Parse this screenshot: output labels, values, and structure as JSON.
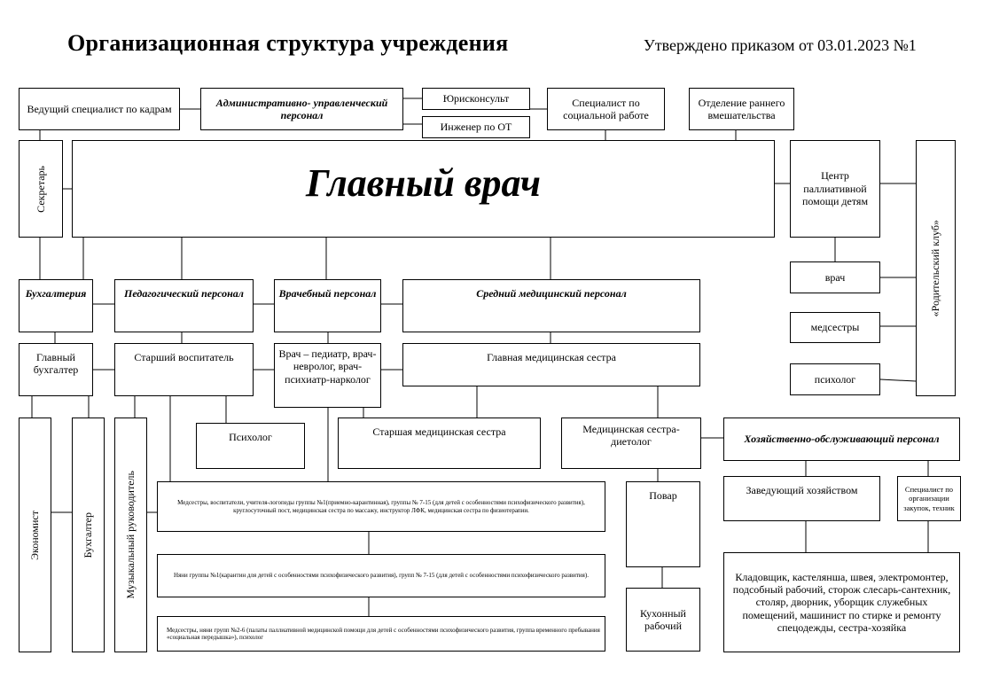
{
  "header": {
    "title": "Организационная структура учреждения",
    "approved": "Утверждено приказом от 03.01.2023 №1"
  },
  "top_row": {
    "hr_specialist": "Ведущий специалист по кадрам",
    "admin_staff": "Административно- управленческий персонал",
    "legal_adviser": "Юрисконсульт",
    "safety_engineer": "Инженер по ОТ",
    "social_worker": "Специалист по социальной работе",
    "early_intervention": "Отделение раннего вмешательства"
  },
  "head": {
    "secretary": "Секретарь",
    "chief_doctor": "Главный врач",
    "palliative_center": "Центр паллиативной помощи детям",
    "parents_club": "«Родительский клуб»",
    "pal_doctor": "врач",
    "pal_nurses": "медсестры",
    "pal_psychologist": "психолог"
  },
  "departments": {
    "accounting": "Бухгалтерия",
    "pedagogical": "Педагогический персонал",
    "medical": "Врачебный персонал",
    "mid_medical": "Средний медицинский персонал"
  },
  "staff": {
    "chief_accountant": "Главный бухгалтер",
    "senior_educator": "Старший воспитатель",
    "doctors": "Врач – педиатр, врач-невролог, врач-психиатр-нарколог",
    "head_nurse": "Главная медицинская сестра",
    "psychologist": "Психолог",
    "senior_nurse": "Старшая медицинская сестра",
    "dietitian_nurse": "Медицинская сестра-диетолог",
    "economist": "Экономист",
    "accountant": "Бухгалтер",
    "music_director": "Музыкальный руководитель",
    "household_staff": "Хозяйственно-обслуживающий персонал",
    "household_manager": "Заведующий хозяйством",
    "procurement_specialist": "Специалист по организации закупок, техник",
    "cook": "Повар",
    "kitchen_worker": "Кухонный рабочий",
    "service_workers": "Кладовщик, кастелянша, швея, электромонтер, подсобный рабочий, сторож слесарь-сантехник, столяр, дворник, уборщик служебных помещений, машинист по стирке и ремонту спецодежды, сестра-хозяйка",
    "group1_nurses": "Медсестры, воспитатели, учителя-логопеды группы №1(приемно-карантинная), группы № 7-15 (для детей с особенностями психофизического развития), круглосуточный пост, медицинская сестра по массажу, инструктор ЛФК, медицинская сестра по физиотерапии.",
    "nannies": "Няни группы №1(карантин для детей с особенностями психофизического развития), групп № 7-15 (для детей с особенностями психофизического развития).",
    "group2_6": "Медсестры, няни групп №2-6 (палаты паллиативной медицинской помощи для детей с особенностями психофизического развития, группа временного пребывания «социальная передышка»), психолог"
  }
}
